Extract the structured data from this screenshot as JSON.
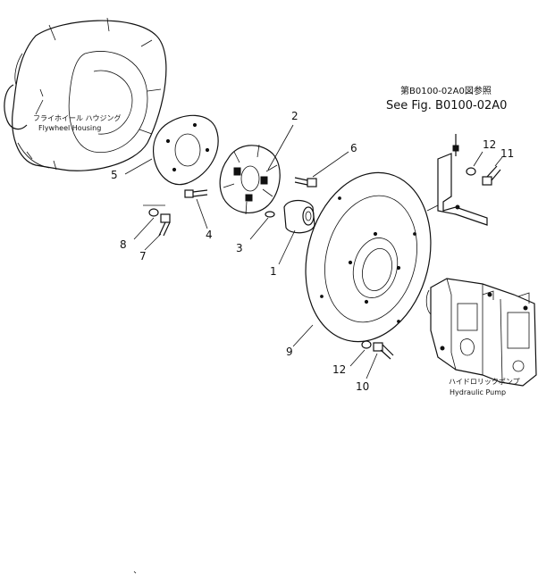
{
  "captions": {
    "flywheel_housing_jp": "フライホイール ハウジング",
    "flywheel_housing_en": "Flywheel Housing",
    "hydraulic_pump_jp": "ハイドロリックポンプ",
    "hydraulic_pump_en": "Hydraulic Pump",
    "see_fig_jp": "第B0100-02A0図参照",
    "see_fig_en": "See Fig. B0100-02A0"
  },
  "callouts": {
    "p1": "1",
    "p2": "2",
    "p3": "3",
    "p4": "4",
    "p5": "5",
    "p6": "6",
    "p7": "7",
    "p8": "8",
    "p9": "9",
    "p10": "10",
    "p11": "11",
    "p12a": "12",
    "p12b": "12"
  }
}
